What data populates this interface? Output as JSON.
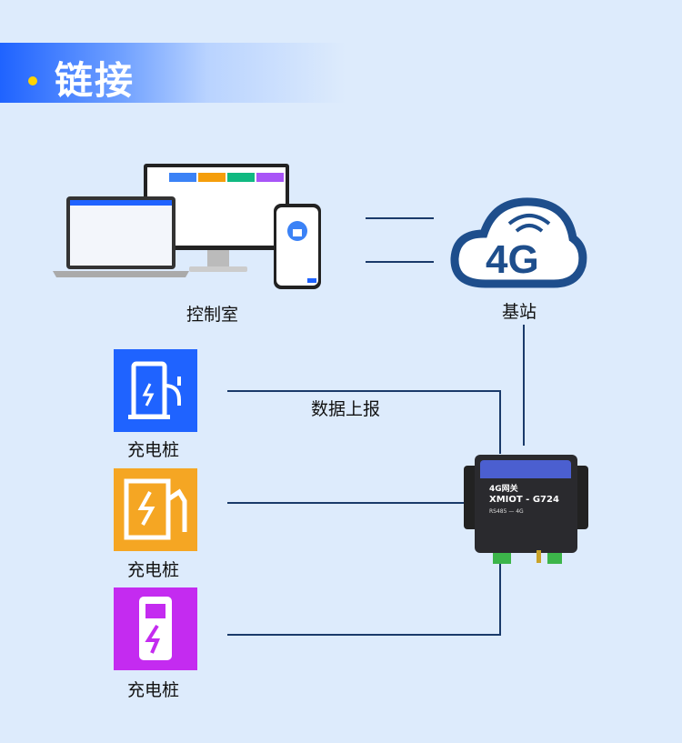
{
  "header": {
    "title": "链接"
  },
  "control_room": {
    "label": "控制室"
  },
  "base_station": {
    "label": "基站",
    "cloud_text": "4G"
  },
  "data_report": {
    "label": "数据上报"
  },
  "chargers": [
    {
      "label": "充电桩",
      "color": "#1f63ff"
    },
    {
      "label": "充电桩",
      "color": "#f5a623"
    },
    {
      "label": "充电桩",
      "color": "#c42bf0"
    }
  ],
  "gateway": {
    "line1": "4G网关",
    "line2": "XMIOT - G724",
    "line3": "RS485 — 4G"
  },
  "colors": {
    "accent": "#1f63ff",
    "dot": "#ffd400",
    "line": "#1a3a6a"
  }
}
